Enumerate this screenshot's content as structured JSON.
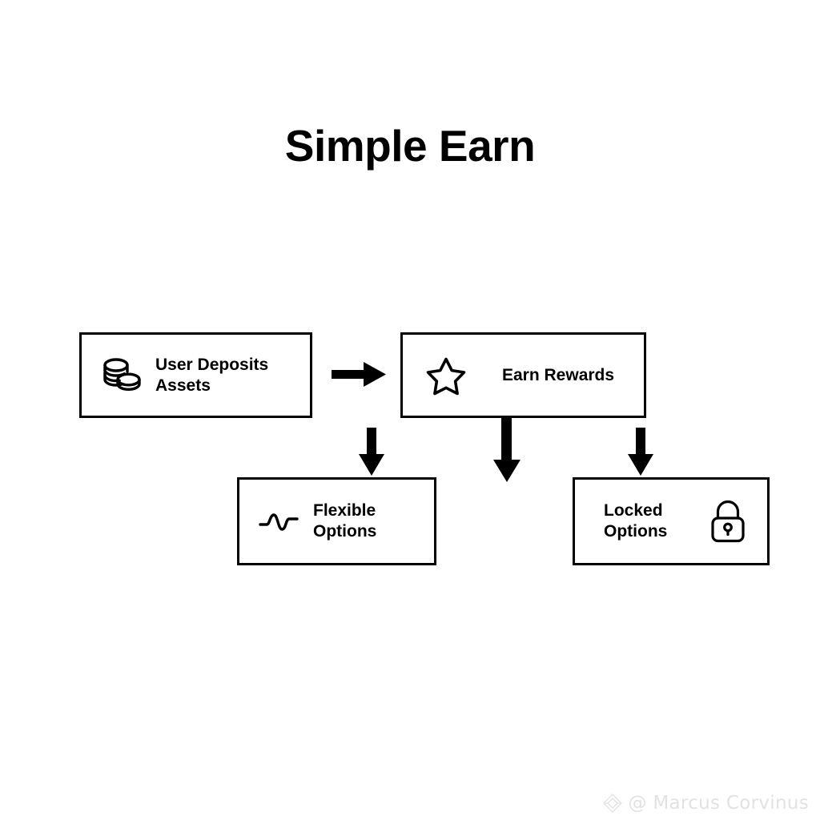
{
  "page": {
    "title": "Simple Earn",
    "background_color": "#ffffff",
    "stroke_color": "#000000"
  },
  "diagram": {
    "type": "flowchart",
    "nodes": [
      {
        "id": "deposits",
        "label": "User Deposits\nAssets",
        "icon": "coin-stack-icon",
        "icon_side": "left"
      },
      {
        "id": "rewards",
        "label": "Earn Rewards",
        "icon": "star-icon",
        "icon_side": "left"
      },
      {
        "id": "flexible",
        "label": "Flexible\nOptions",
        "icon": "wave-icon",
        "icon_side": "left"
      },
      {
        "id": "locked",
        "label": "Locked\nOptions",
        "icon": "lock-icon",
        "icon_side": "right"
      }
    ],
    "edges": [
      {
        "id": "deposits-to-rewards",
        "from": "deposits",
        "to": "rewards",
        "direction": "right"
      },
      {
        "id": "rewards-to-flexible",
        "from": "rewards",
        "to": "flexible",
        "direction": "down"
      },
      {
        "id": "rewards-to-middle",
        "from": "rewards",
        "to": "",
        "direction": "down"
      },
      {
        "id": "rewards-to-locked",
        "from": "rewards",
        "to": "locked",
        "direction": "down"
      }
    ]
  },
  "watermark": {
    "text": "@ Marcus Corvinus",
    "logo": "diamond-logo-icon",
    "color": "#e2e2e2"
  }
}
